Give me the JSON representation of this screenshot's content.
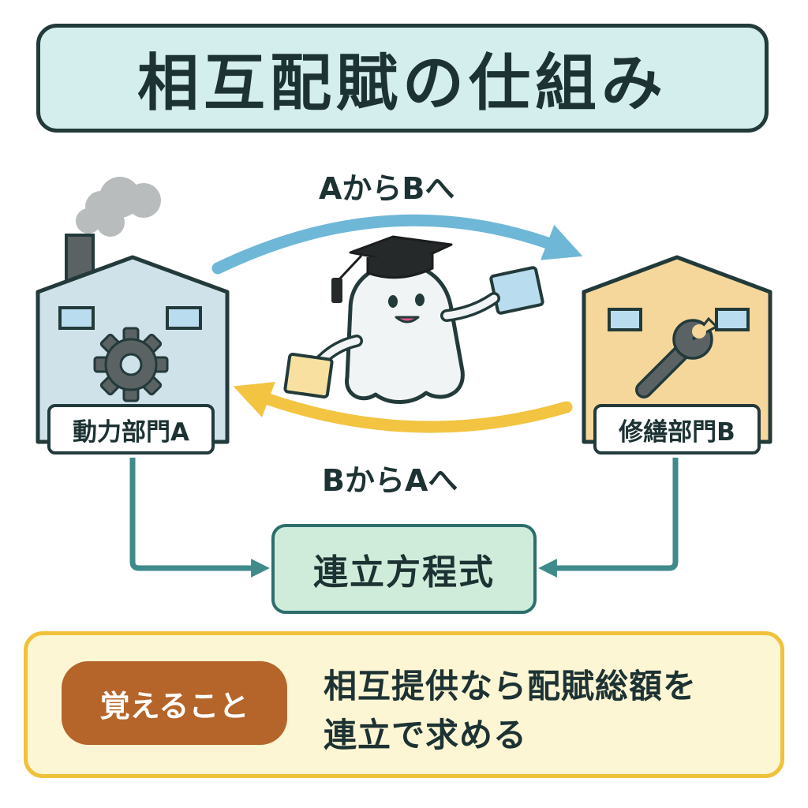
{
  "title": "相互配賦の仕組み",
  "flows": {
    "a_to_b": "AからBへ",
    "b_to_a": "BからAへ"
  },
  "departments": {
    "a": {
      "label": "動力部門A",
      "icon": "gear-icon",
      "color": "#cfe2ea"
    },
    "b": {
      "label": "修繕部門B",
      "icon": "wrench-icon",
      "color": "#f5d79c"
    }
  },
  "equation": "連立方程式",
  "note": {
    "badge": "覚えること",
    "line1": "相互提供なら配賦総額を",
    "line2": "連立で求める"
  },
  "colors": {
    "title_bg": "#d3eeec",
    "arrow_a_to_b": "#6fb7d6",
    "arrow_b_to_a": "#f2c441",
    "connector": "#3f8a8a",
    "note_border": "#f0c23a",
    "badge_bg": "#b5652a"
  }
}
